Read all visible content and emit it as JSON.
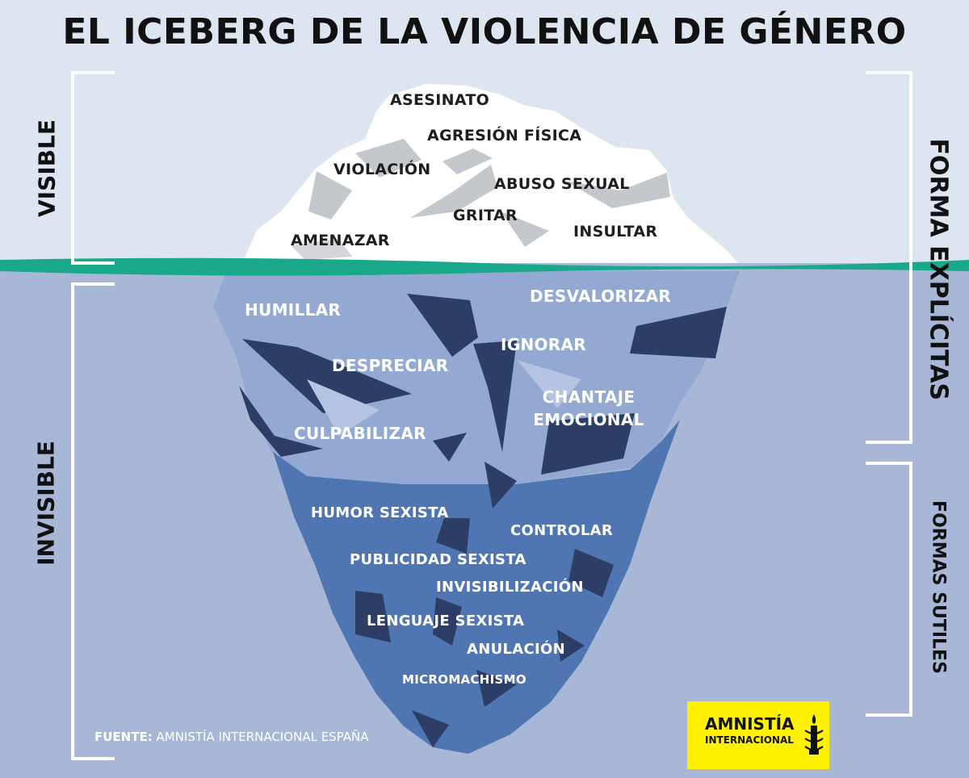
{
  "title": "EL ICEBERG DE LA VIOLENCIA DE GÉNERO",
  "side_labels": {
    "visible": "VISIBLE",
    "invisible": "INVISIBLE",
    "explicit": "FORMA EXPLÍCITAS",
    "subtle": "FORMAS SUTILES"
  },
  "above_water": [
    "ASESINATO",
    "AGRESIÓN FÍSICA",
    "VIOLACIÓN",
    "ABUSO SEXUAL",
    "GRITAR",
    "AMENAZAR",
    "INSULTAR"
  ],
  "below_explicit": [
    "HUMILLAR",
    "DESVALORIZAR",
    "IGNORAR",
    "DESPRECIAR",
    "CHANTAJE\nEMOCIONAL",
    "CULPABILIZAR"
  ],
  "below_subtle": [
    "HUMOR SEXISTA",
    "CONTROLAR",
    "PUBLICIDAD SEXISTA",
    "INVISIBILIZACIÓN",
    "LENGUAJE SEXISTA",
    "ANULACIÓN",
    "MICROMACHISMO"
  ],
  "source": {
    "label": "FUENTE:",
    "text": " AMNISTÍA INTERNACIONAL ESPAÑA"
  },
  "logo": {
    "line1": "AMNISTÍA",
    "line2": "INTERNACIONAL",
    "icon": "candle-barbed-wire-icon"
  },
  "colors": {
    "sky": "#dde6f0",
    "water": "#a9b7d6",
    "waterline": "#1aa88a",
    "ice_top": "#ffffff",
    "ice_mid": "#93a9d2",
    "ice_deep": "#4f76b2",
    "ice_facet": "#2c3d66",
    "logo_bg": "#fff200"
  }
}
